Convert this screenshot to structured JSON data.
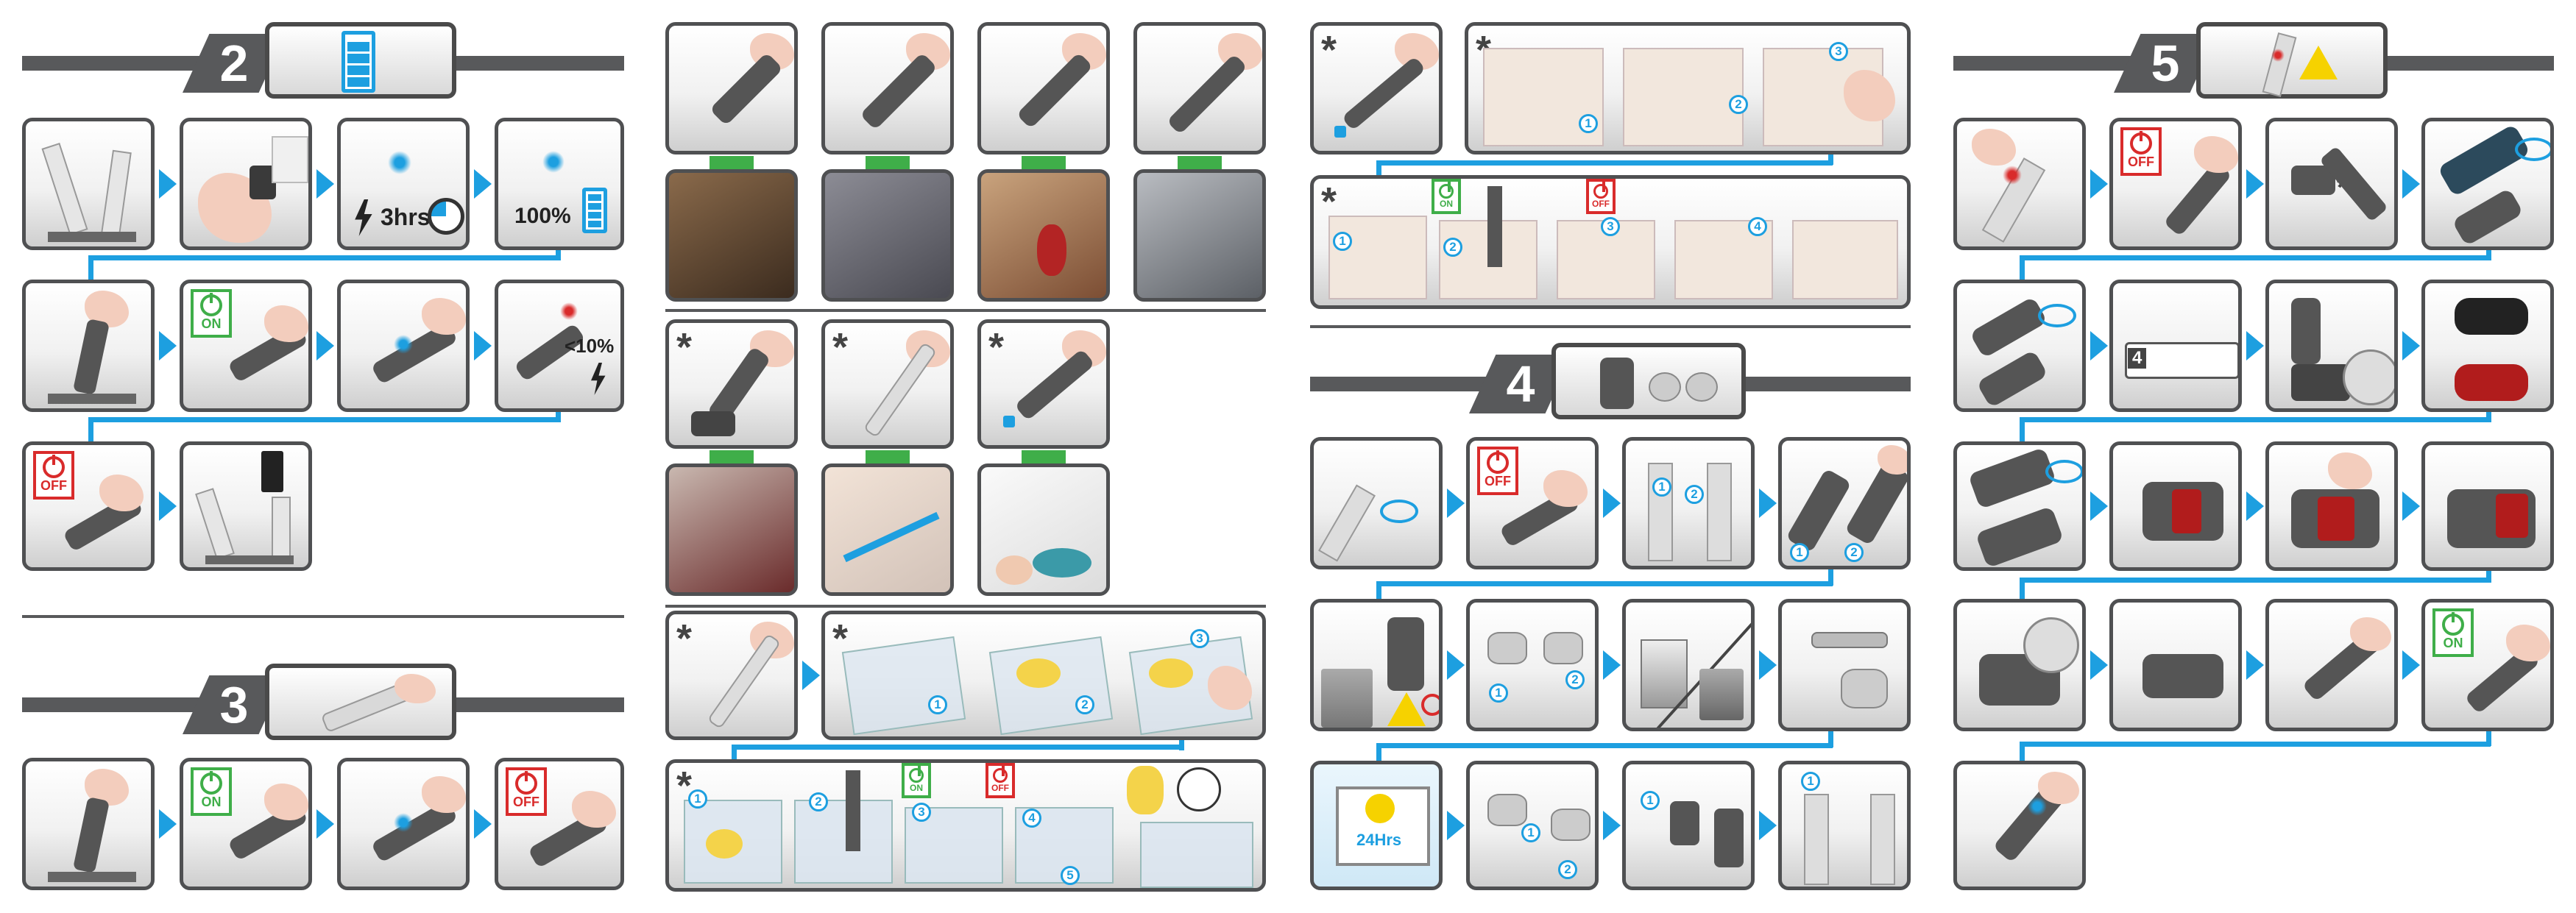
{
  "sections": {
    "s2": {
      "number": "2"
    },
    "s3": {
      "number": "3"
    },
    "s4": {
      "number": "4"
    },
    "s5": {
      "number": "5"
    }
  },
  "labels": {
    "charge_time": "3hrs",
    "full_charge": "100%",
    "low_battery": "<10%",
    "on": "ON",
    "off": "OFF",
    "dry_time": "24Hrs",
    "optional_mark": "*",
    "step_filter_count": "4"
  },
  "step_numbers": [
    "1",
    "2",
    "3",
    "4",
    "5"
  ],
  "colors": {
    "accent_blue": "#1d9fe0",
    "on_green": "#3fae49",
    "off_red": "#d92b2b",
    "frame_gray": "#4f5052",
    "warning_yellow": "#f6d200"
  }
}
